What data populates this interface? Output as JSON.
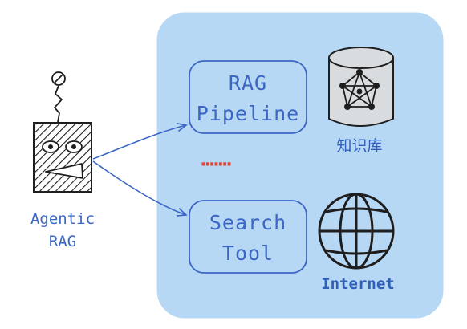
{
  "agent": {
    "label_line1": "Agentic",
    "label_line2": "RAG"
  },
  "tools": {
    "rag_pipeline_line1": "RAG",
    "rag_pipeline_line2": "Pipeline",
    "search_tool_line1": "Search",
    "search_tool_line2": "Tool"
  },
  "resources": {
    "knowledge_base_label": "知识库",
    "internet_label": "Internet"
  },
  "ellipsis": "·······",
  "colors": {
    "panel_fill": "#b7d8f5",
    "box_stroke": "#3b66c4",
    "label_text": "#3b66c4",
    "ellipsis": "#e0473d",
    "robot_stroke": "#1e1e1e",
    "db_fill": "#d9dcdf"
  },
  "icons": {
    "agent": "robot-icon",
    "knowledge_base": "database-graph-icon",
    "internet": "globe-icon"
  }
}
